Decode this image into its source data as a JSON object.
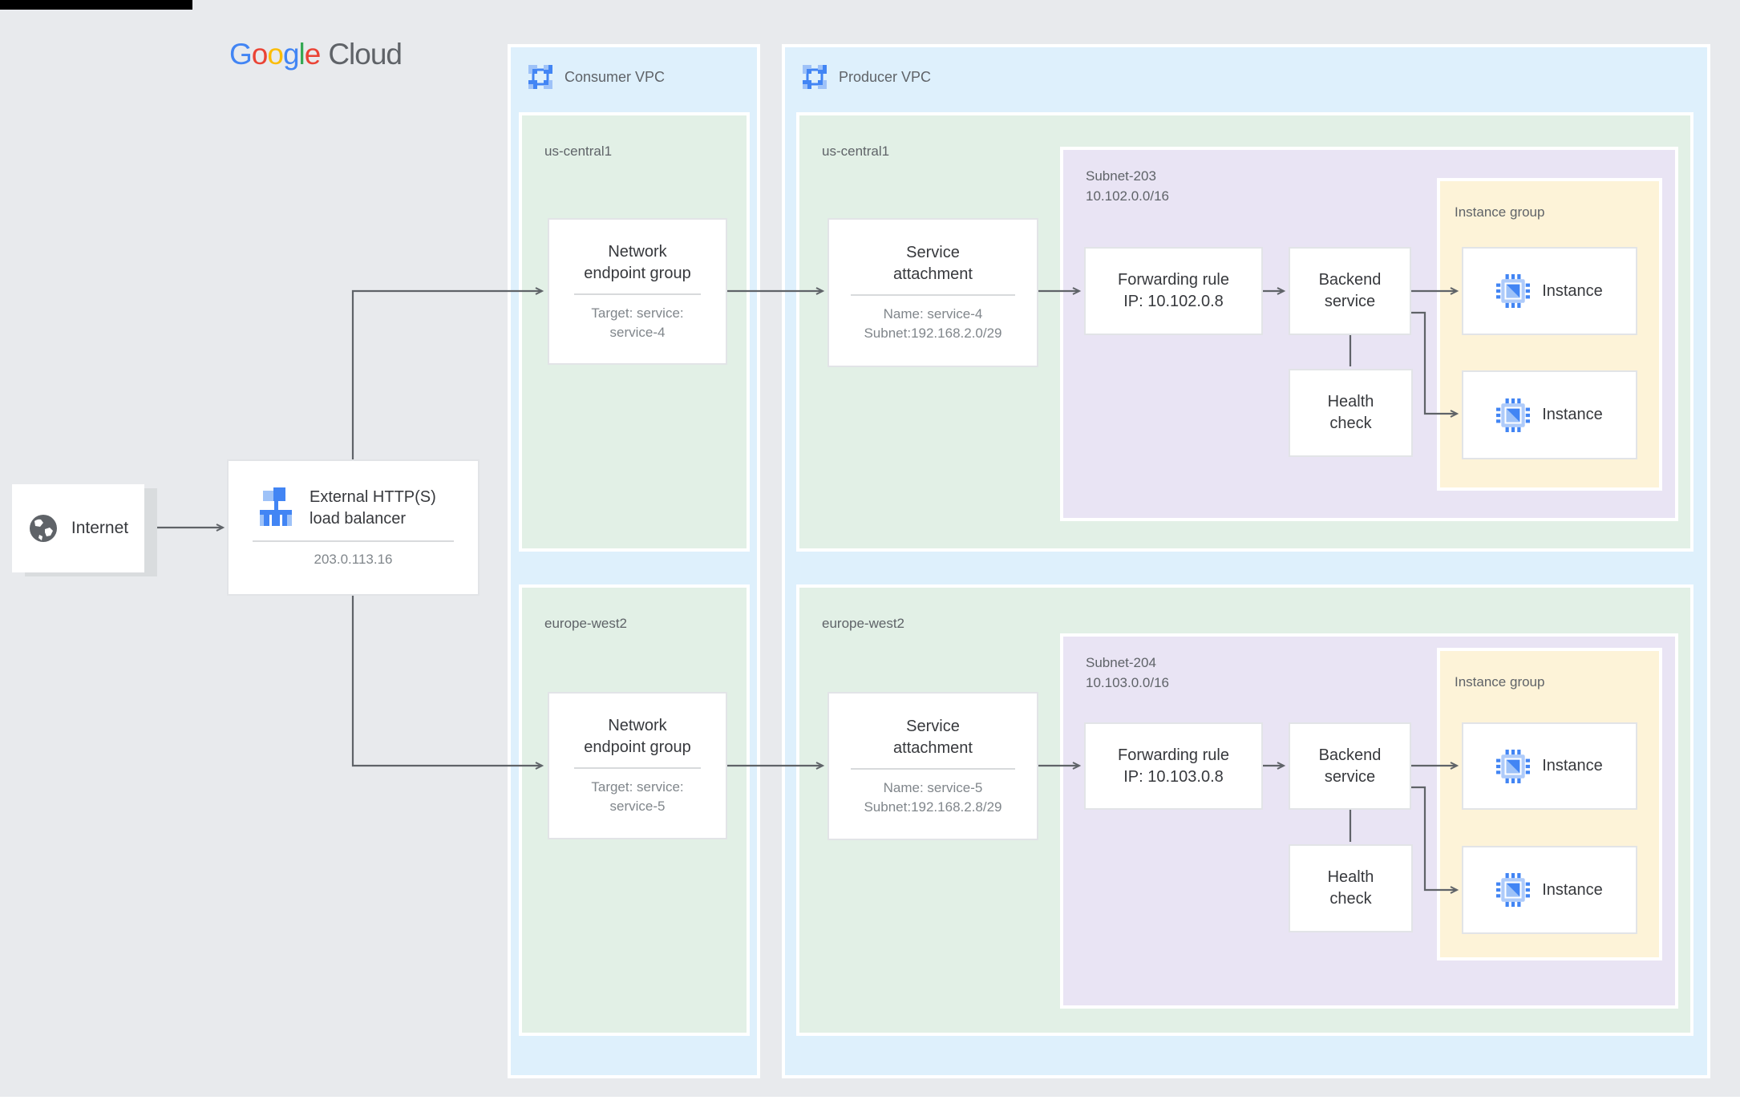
{
  "colors": {
    "background": "#e8eaed",
    "vpc_fill": "#def0fc",
    "region_fill": "#e2f0e6",
    "subnet_fill": "#e9e4f4",
    "instance_group_fill": "#fdf3d8",
    "arrow": "#5f6368",
    "google_blue": "#4285f4",
    "google_red": "#ea4335",
    "google_yellow": "#fbbc05",
    "google_green": "#34a853",
    "logo_gray": "#5f6368"
  },
  "logo": {
    "letters": [
      {
        "ch": "G",
        "style": "color:#4285f4"
      },
      {
        "ch": "o",
        "style": "color:#ea4335"
      },
      {
        "ch": "o",
        "style": "color:#fbbc05"
      },
      {
        "ch": "g",
        "style": "color:#4285f4"
      },
      {
        "ch": "l",
        "style": "color:#34a853"
      },
      {
        "ch": "e",
        "style": "color:#ea4335"
      }
    ],
    "cloud": "Cloud"
  },
  "internet": {
    "label": "Internet"
  },
  "load_balancer": {
    "title": "External HTTP(S) load balancer",
    "ip": "203.0.113.16"
  },
  "consumer_vpc": {
    "label": "Consumer VPC",
    "regions": [
      {
        "name": "us-central1",
        "neg": {
          "title": "Network endpoint group",
          "target_line1": "Target: service:",
          "target_line2": "service-4"
        }
      },
      {
        "name": "europe-west2",
        "neg": {
          "title": "Network endpoint group",
          "target_line1": "Target: service:",
          "target_line2": "service-5"
        }
      }
    ]
  },
  "producer_vpc": {
    "label": "Producer VPC",
    "regions": [
      {
        "name": "us-central1",
        "service_attachment": {
          "title": "Service attachment",
          "name_line": "Name: service-4",
          "subnet_line": "Subnet:192.168.2.0/29"
        },
        "subnet": {
          "name": "Subnet-203",
          "cidr": "10.102.0.0/16",
          "forwarding_rule": {
            "title": "Forwarding rule",
            "ip": "IP: 10.102.0.8"
          },
          "backend_service": "Backend service",
          "health_check": "Health check"
        },
        "instance_group": {
          "label": "Instance group",
          "instances": [
            "Instance",
            "Instance"
          ]
        }
      },
      {
        "name": "europe-west2",
        "service_attachment": {
          "title": "Service attachment",
          "name_line": "Name: service-5",
          "subnet_line": "Subnet:192.168.2.8/29"
        },
        "subnet": {
          "name": "Subnet-204",
          "cidr": "10.103.0.0/16",
          "forwarding_rule": {
            "title": "Forwarding rule",
            "ip": "IP: 10.103.0.8"
          },
          "backend_service": "Backend service",
          "health_check": "Health check"
        },
        "instance_group": {
          "label": "Instance group",
          "instances": [
            "Instance",
            "Instance"
          ]
        }
      }
    ]
  }
}
